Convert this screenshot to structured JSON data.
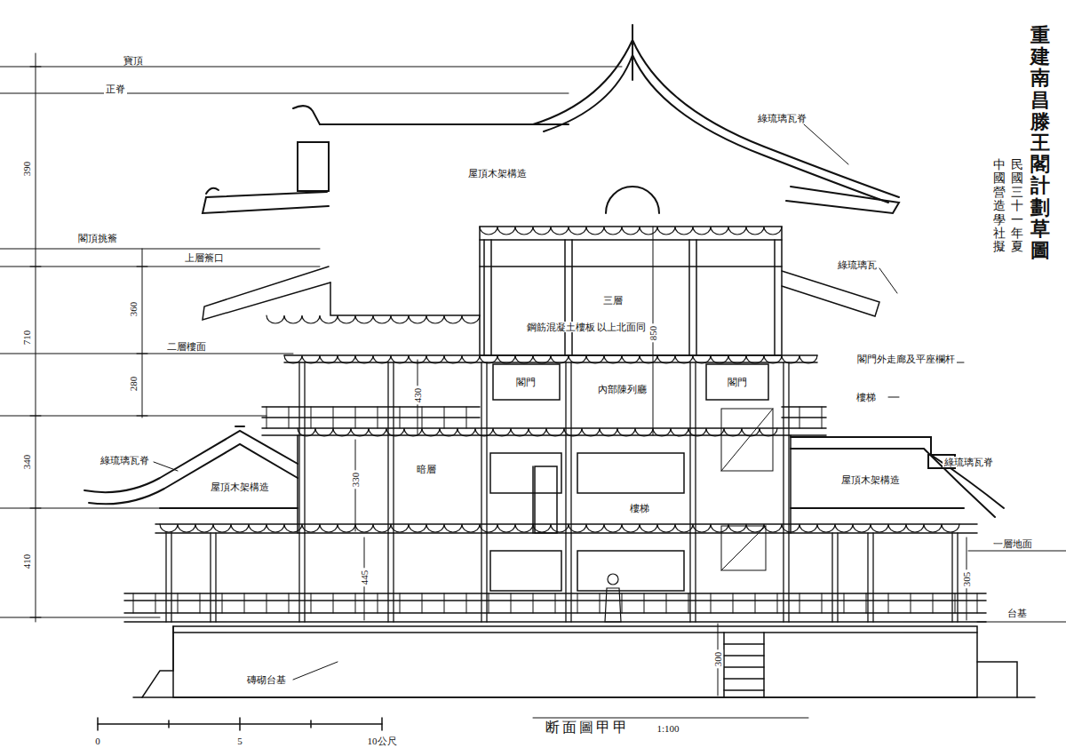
{
  "diagram": {
    "title": "重建南昌滕王閣計劃草圖",
    "caption": "断面圖甲甲",
    "labels": [
      "390",
      "710",
      "340",
      "410",
      "360",
      "280",
      "430",
      "850",
      "330",
      "445",
      "300",
      "305",
      "中國營造學社擬",
      "民國三十一年夏",
      "寶頂",
      "正脊",
      "屋頂木架構造",
      "綠琉璃瓦脊",
      "閣頂挑簷",
      "上層簷口",
      "三層",
      "鋼筋混凝土樓板 以上北面同",
      "二層樓面",
      "綠琉璃瓦",
      "閣門",
      "閣門",
      "內部陳列廳",
      "閣門外走廊及平座欄杆",
      "樓梯",
      "暗層",
      "樓梯",
      "綠琉璃瓦脊",
      "屋頂木架構造",
      "屋頂木架構造",
      "綠琉璃瓦脊",
      "一層地面",
      "台基",
      "磚砌台基",
      "0",
      "5",
      "10公尺",
      "1:100"
    ]
  }
}
